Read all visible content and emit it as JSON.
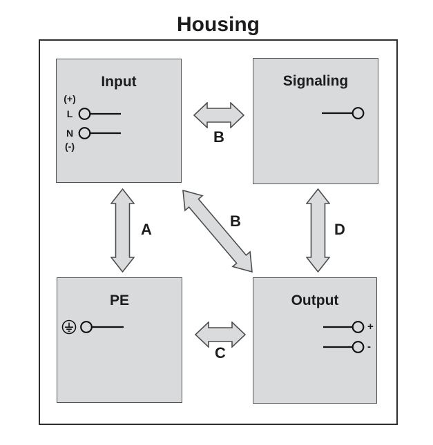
{
  "title": "Housing",
  "blocks": {
    "input": {
      "label": "Input",
      "terminals": {
        "plus": "(+)",
        "l": "L",
        "n": "N",
        "minus": "(-)"
      }
    },
    "signaling": {
      "label": "Signaling"
    },
    "pe": {
      "label": "PE"
    },
    "output": {
      "label": "Output",
      "terminals": {
        "plus": "+",
        "minus": "-"
      }
    }
  },
  "arrows": {
    "a": {
      "label": "A",
      "connects": "Input - PE",
      "orientation": "vertical"
    },
    "b1": {
      "label": "B",
      "connects": "Input - Signaling",
      "orientation": "horizontal"
    },
    "b2": {
      "label": "B",
      "connects": "Input - Output",
      "orientation": "diagonal"
    },
    "c": {
      "label": "C",
      "connects": "PE - Output",
      "orientation": "horizontal"
    },
    "d": {
      "label": "D",
      "connects": "Signaling - Output",
      "orientation": "vertical"
    }
  },
  "colors": {
    "background": "#ffffff",
    "block_fill": "#d9dadb",
    "block_border": "#505153",
    "housing_border": "#2e2e30",
    "arrow_fill": "#dadbdc",
    "arrow_stroke": "#4c4d4f",
    "text": "#1c1c1e"
  }
}
